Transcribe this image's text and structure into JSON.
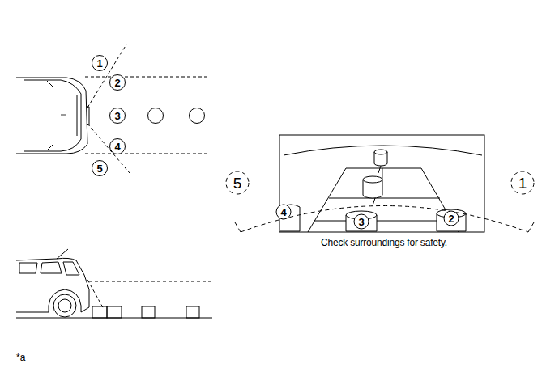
{
  "diagram": {
    "labels": [
      "1",
      "2",
      "3",
      "4",
      "5",
      "5",
      "1",
      "4",
      "3",
      "2",
      "Check surroundings for safety.",
      "*a"
    ]
  }
}
